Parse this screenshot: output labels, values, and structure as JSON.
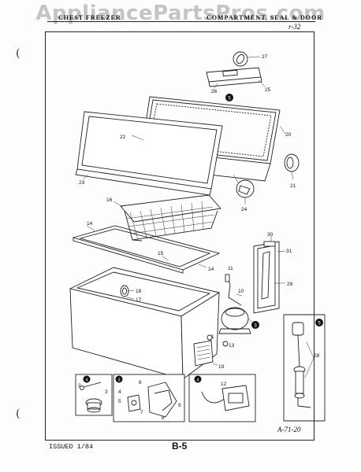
{
  "watermark": "AppliancePartsPros.com",
  "header": {
    "left": "CHEST FREEZER",
    "right": "COMPARTMENT, SEAL & DOOR",
    "page_ref": "r-32"
  },
  "footer": {
    "issued": "ISSUED 1/84",
    "page_number": "B-5",
    "drawing_number": "A-71-20"
  },
  "callouts": {
    "c1": "1",
    "c2": "2",
    "c3": "3",
    "c4": "4",
    "c5": "5",
    "c6": "6",
    "c7": "7",
    "c8": "8",
    "c9": "9",
    "c10": "10",
    "c11": "11",
    "c12": "12",
    "c13": "13",
    "c14a": "14",
    "c14b": "14",
    "c15": "15",
    "c16": "16",
    "c17": "17",
    "c18": "18",
    "c19": "19",
    "c20": "20",
    "c21": "21",
    "c22": "22",
    "c23": "23",
    "c24": "24",
    "c25": "25",
    "c26": "26",
    "c27": "27",
    "c28": "28",
    "c29": "29",
    "c30": "30",
    "c31": "31",
    "ref5": "5",
    "ref3": "3",
    "ref4": "4"
  },
  "icons": [
    "bracket-icon",
    "reference-circle-icon"
  ]
}
